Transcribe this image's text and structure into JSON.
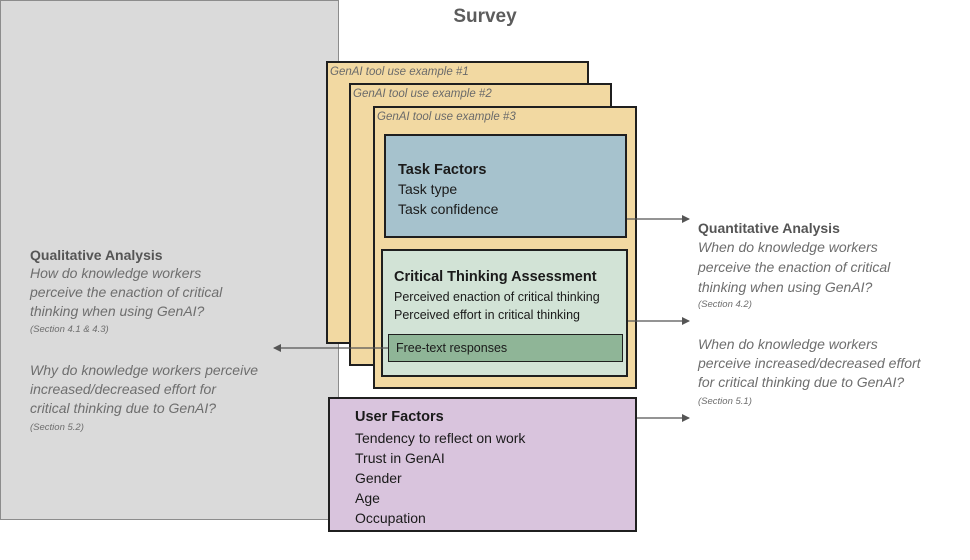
{
  "survey": {
    "title": "Survey",
    "examples": [
      "GenAI tool use example #1",
      "GenAI tool use example #2",
      "GenAI tool use example #3"
    ],
    "task_factors": {
      "title": "Task Factors",
      "items": [
        "Task type",
        "Task confidence"
      ]
    },
    "critical_thinking": {
      "title": "Critical Thinking Assessment",
      "items": [
        "Perceived enaction of critical thinking",
        "Perceived effort in critical thinking"
      ],
      "free_text": "Free-text responses"
    },
    "user_factors": {
      "title": "User Factors",
      "items": [
        "Tendency to reflect on work",
        "Trust in GenAI",
        "Gender",
        "Age",
        "Occupation"
      ]
    }
  },
  "qualitative": {
    "title": "Qualitative Analysis",
    "q1": [
      "How do knowledge workers",
      "perceive the enaction of critical",
      "thinking when using GenAI?"
    ],
    "q1_section": "(Section 4.1 & 4.3)",
    "q2": [
      "Why do knowledge workers perceive",
      "increased/decreased effort for",
      "critical thinking due to GenAI?"
    ],
    "q2_section": "(Section 5.2)"
  },
  "quantitative": {
    "title": "Quantitative Analysis",
    "q1": [
      "When do knowledge workers",
      "perceive the enaction of critical",
      "thinking when using GenAI?"
    ],
    "q1_section": "(Section 4.2)",
    "q2": [
      "When do knowledge workers",
      "perceive increased/decreased effort",
      "for critical thinking due to GenAI?"
    ],
    "q2_section": "(Section 5.1)"
  },
  "colors": {
    "survey_bg": "#dadada",
    "example_bg": "#f2d9a2",
    "task_bg": "#a6c2cd",
    "critical_thinking_bg": "#d2e3d6",
    "free_text_bg": "#8fb597",
    "user_bg": "#d9c4dd",
    "arrow": "#555555"
  }
}
